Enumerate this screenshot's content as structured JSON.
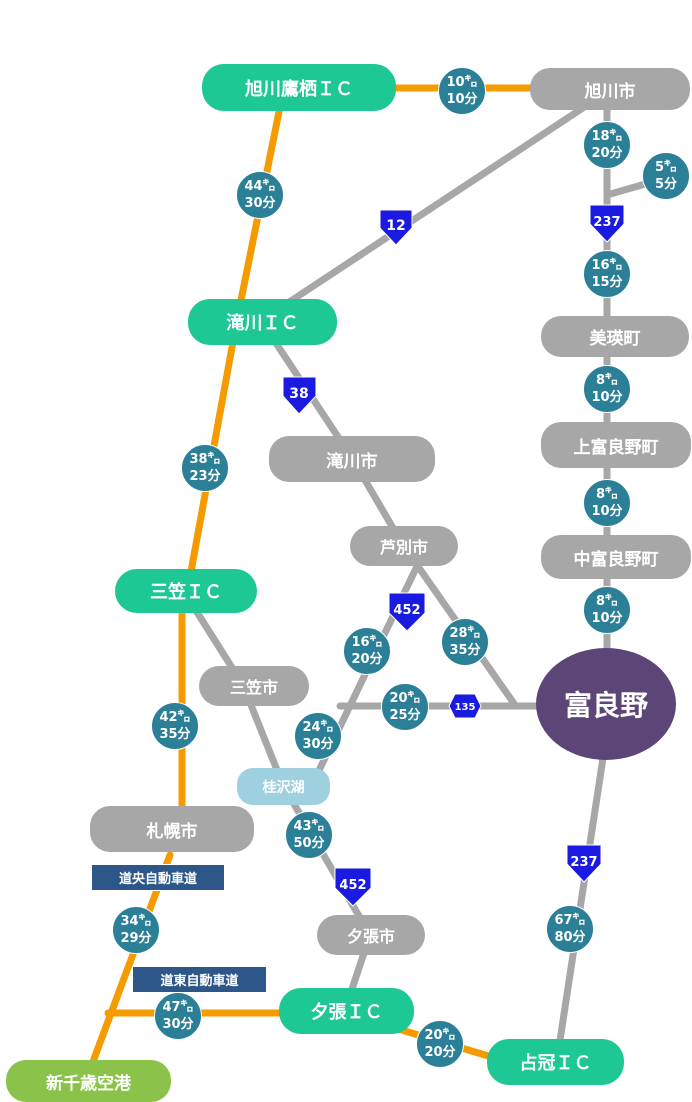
{
  "places": {
    "asahikawa_takasu_ic": "旭川鷹栖ＩＣ",
    "asahikawa_city": "旭川市",
    "takikawa_ic": "滝川ＩＣ",
    "takikawa_city": "滝川市",
    "biei": "美瑛町",
    "kamifurano": "上富良野町",
    "nakafurano": "中富良野町",
    "ashibetsu": "芦別市",
    "mikasa_ic": "三笠ＩＣ",
    "mikasa_city": "三笠市",
    "furano": "富良野",
    "katsurazawa": "桂沢湖",
    "sapporo": "札幌市",
    "yubari_city": "夕張市",
    "yubari_ic": "夕張ＩＣ",
    "shimukappu_ic": "占冠ＩＣ",
    "new_chitose": "新千歳空港"
  },
  "highways": {
    "doo": "道央自動車道",
    "doto": "道東自動車道"
  },
  "routes": {
    "r12": "12",
    "r38": "38",
    "r237_north": "237",
    "r237_south": "237",
    "r452_north": "452",
    "r452_south": "452",
    "r135": "135"
  },
  "segments": [
    {
      "km": "10㌔",
      "min": "10分"
    },
    {
      "km": "18㌔",
      "min": "20分"
    },
    {
      "km": "5㌔",
      "min": "5分"
    },
    {
      "km": "44㌔",
      "min": "30分"
    },
    {
      "km": "16㌔",
      "min": "15分"
    },
    {
      "km": "8㌔",
      "min": "10分"
    },
    {
      "km": "38㌔",
      "min": "23分"
    },
    {
      "km": "8㌔",
      "min": "10分"
    },
    {
      "km": "8㌔",
      "min": "10分"
    },
    {
      "km": "16㌔",
      "min": "20分"
    },
    {
      "km": "28㌔",
      "min": "35分"
    },
    {
      "km": "42㌔",
      "min": "35分"
    },
    {
      "km": "20㌔",
      "min": "25分"
    },
    {
      "km": "24㌔",
      "min": "30分"
    },
    {
      "km": "43㌔",
      "min": "50分"
    },
    {
      "km": "34㌔",
      "min": "29分"
    },
    {
      "km": "67㌔",
      "min": "80分"
    },
    {
      "km": "47㌔",
      "min": "30分"
    },
    {
      "km": "20㌔",
      "min": "20分"
    }
  ],
  "colors": {
    "expressway": "#f59b00",
    "road": "#a7a7a7",
    "ic": "#1dc894",
    "city": "#a7a7a7",
    "distance_badge": "#2b8097",
    "destination": "#5c4677",
    "airport": "#8bc34a",
    "route_shield": "#1a1ae0",
    "highway_label": "#2d5789"
  }
}
